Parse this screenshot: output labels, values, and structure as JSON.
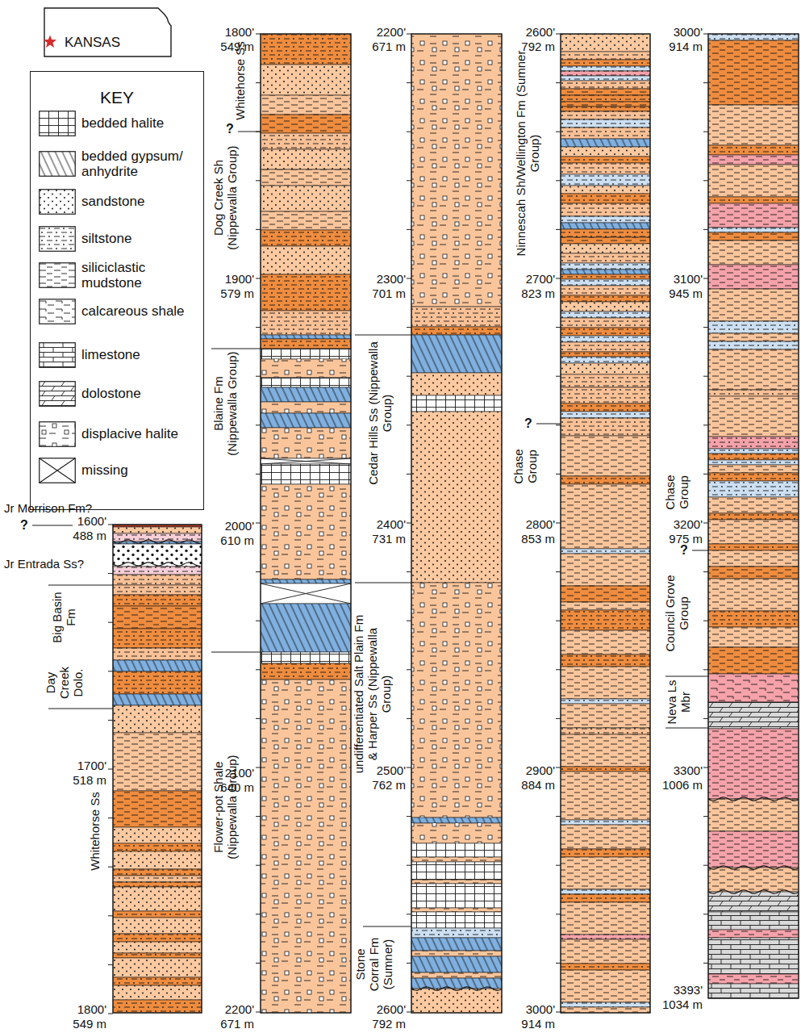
{
  "diagram": {
    "nodes": [
      {
        "text": [
          "KANSAS"
        ]
      },
      {
        "text": [
          "KEY"
        ]
      }
    ],
    "labels": [
      "Jr Morrison Fm?",
      "?",
      "1600'",
      "488 m",
      "Jr Entrada Ss?",
      "Big Basin Fm",
      "Day Creek Dolo.",
      "1700'",
      "518 m",
      "Whitehorse Ss",
      "1800'",
      "549 m",
      "1800'",
      "549 m",
      "Whitehorse Ss",
      "?",
      "Dog Creek Sh (Nippewalla Group)",
      "1900'",
      "579 m",
      "Blaine Fm (Nippewalla Group)",
      "2000'",
      "610 m",
      "2100'",
      "640 m",
      "Flower-pot Shale (Nippewalla Group)",
      "2200'",
      "671 m",
      "2200'",
      "671 m",
      "2300'",
      "701 m",
      "Cedar Hills Ss (Nippewalla Group)",
      "2400'",
      "731 m",
      "undifferentiated Salt Plain Fm & Harper Ss (Nippewalla Group)",
      "2500'",
      "762 m",
      "Stone Corral Fm (Sumner)",
      "2600'",
      "792 m",
      "2600'",
      "792 m",
      "Ninnescah Sh/Wellington Fm (Sumner Group)",
      "2700'",
      "823 m",
      "?",
      "Chase Group",
      "2800'",
      "853 m",
      "2900'",
      "884 m",
      "3000'",
      "914 m",
      "3000'",
      "914 m",
      "3100'",
      "945 m",
      "Chase Group",
      "3200'",
      "975 m",
      "?",
      "Council Grove Group",
      "Neva Ls Mbr",
      "3300'",
      "1006 m",
      "3393'",
      "1034 m"
    ],
    "legend": [
      {
        "text": "bedded halite"
      },
      {
        "text": "bedded gypsum/ anhydrite"
      },
      {
        "text": "sandstone"
      },
      {
        "text": "siltstone"
      },
      {
        "text": "siliciclastic mudstone"
      },
      {
        "text": "calcareous shale"
      },
      {
        "text": "limestone"
      },
      {
        "text": "dolostone"
      },
      {
        "text": "displacive halite"
      },
      {
        "text": "missing"
      }
    ]
  }
}
